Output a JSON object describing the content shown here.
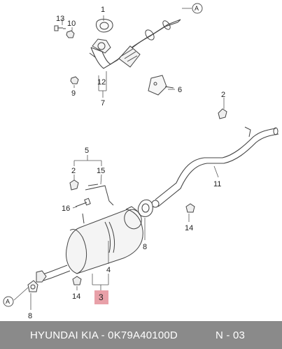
{
  "callouts": {
    "c1": "1",
    "c2a": "2",
    "c2b": "2",
    "c3": "3",
    "c4": "4",
    "c5": "5",
    "c6": "6",
    "c7": "7",
    "c8a": "8",
    "c8b": "8",
    "c9": "9",
    "c10": "10",
    "c11": "11",
    "c12": "12",
    "c13": "13",
    "c14a": "14",
    "c14b": "14",
    "c15": "15",
    "c16": "16"
  },
  "refs": {
    "a_top": "A",
    "a_bottom": "A"
  },
  "highlight": {
    "part_index": "3",
    "color": "#e8a0a8"
  },
  "footer": {
    "part_text": "HYUNDAI  KIA - 0K79A40100D",
    "page_text": "N - 03"
  }
}
